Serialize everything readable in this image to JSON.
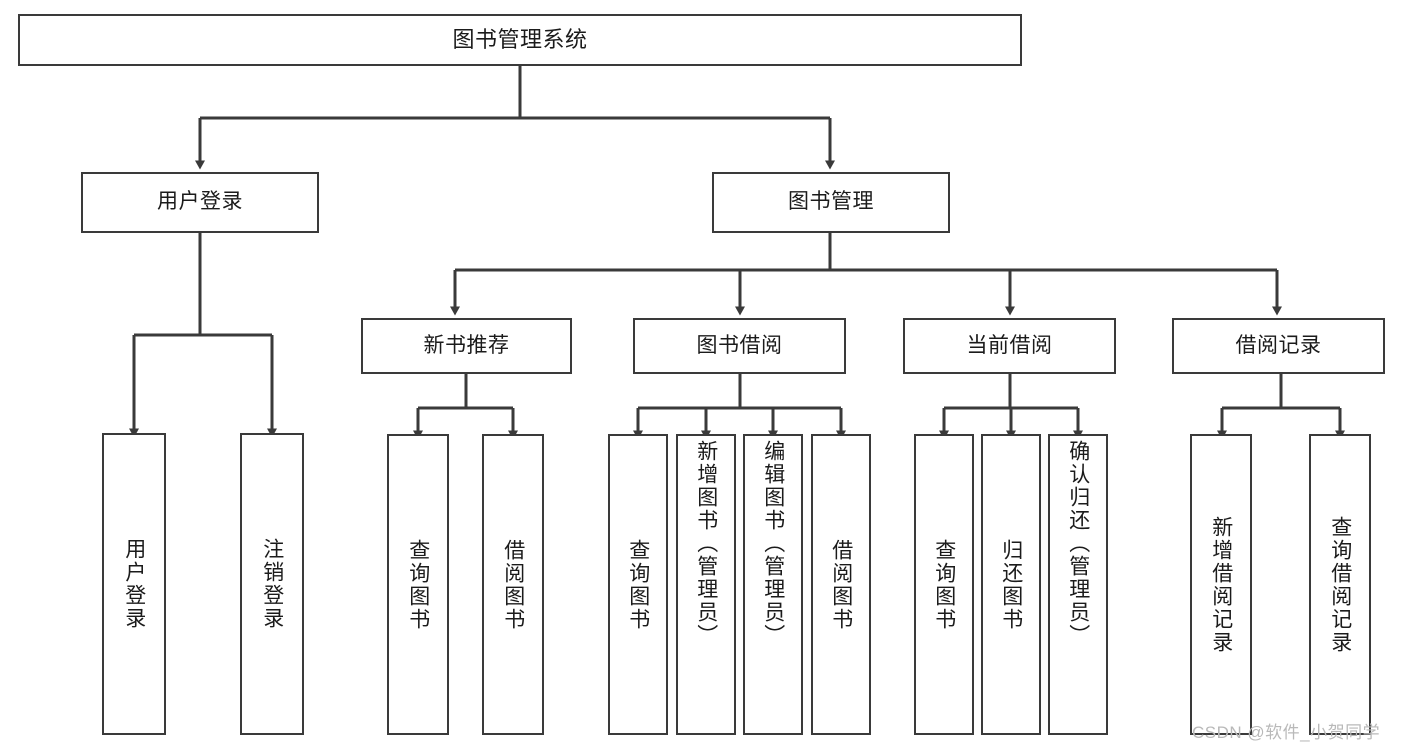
{
  "diagram": {
    "title": "图书管理系统",
    "type": "tree-hierarchy-chart",
    "watermark": "CSDN @软件_小贺同学",
    "colors": {
      "background": "#ffffff",
      "node_fill": "#ffffff",
      "node_stroke": "#3a3a3a",
      "text": "#1b1b1b",
      "connector": "#3a3a3a",
      "watermark": "#b9b9b9"
    },
    "root": {
      "id": "root",
      "label": "图书管理系统"
    },
    "level1": [
      {
        "id": "user-login",
        "label": "用户登录"
      },
      {
        "id": "book-management",
        "label": "图书管理"
      }
    ],
    "level2": [
      {
        "id": "new-book-recommend",
        "label": "新书推荐",
        "parent": "book-management"
      },
      {
        "id": "book-borrow",
        "label": "图书借阅",
        "parent": "book-management"
      },
      {
        "id": "current-borrow",
        "label": "当前借阅",
        "parent": "book-management"
      },
      {
        "id": "borrow-record",
        "label": "借阅记录",
        "parent": "book-management"
      }
    ],
    "leaves": {
      "user_login": [
        {
          "id": "leaf-user-login",
          "label": "用户登录"
        },
        {
          "id": "leaf-logout-login",
          "label": "注销登录"
        }
      ],
      "new_book_recommend": [
        {
          "id": "leaf-query-book-1",
          "label": "查询图书"
        },
        {
          "id": "leaf-borrow-book-1",
          "label": "借阅图书"
        }
      ],
      "book_borrow": [
        {
          "id": "leaf-query-book-2",
          "label": "查询图书"
        },
        {
          "id": "leaf-add-book",
          "label": "新增图书（管理员）"
        },
        {
          "id": "leaf-edit-book",
          "label": "编辑图书（管理员）"
        },
        {
          "id": "leaf-borrow-book-2",
          "label": "借阅图书"
        }
      ],
      "current_borrow": [
        {
          "id": "leaf-query-book-3",
          "label": "查询图书"
        },
        {
          "id": "leaf-return-book",
          "label": "归还图书"
        },
        {
          "id": "leaf-confirm-return",
          "label": "确认归还（管理员）"
        }
      ],
      "borrow_record": [
        {
          "id": "leaf-add-record",
          "label": "新增借阅记录"
        },
        {
          "id": "leaf-query-record",
          "label": "查询借阅记录"
        }
      ]
    }
  }
}
